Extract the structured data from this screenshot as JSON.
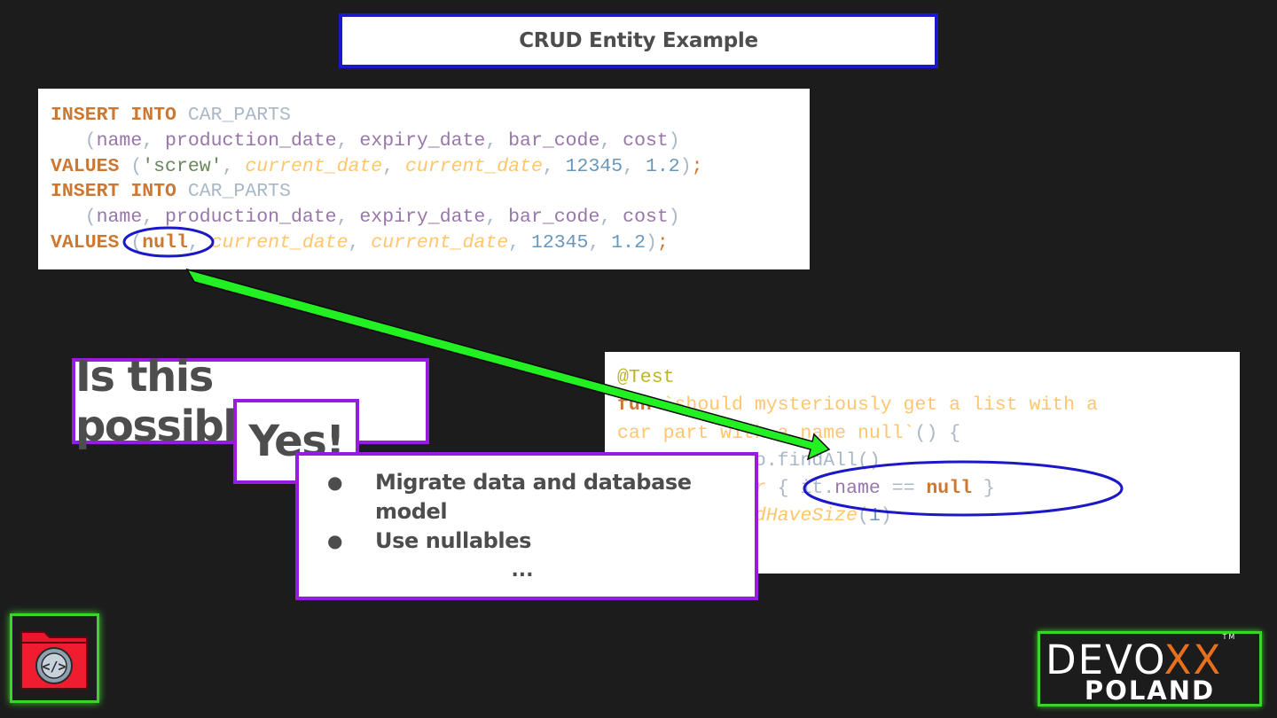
{
  "slide": {
    "title": "CRUD Entity Example",
    "question": "Is this possible?",
    "answer_title": "Yes!",
    "bullets": [
      "Migrate data  and database model",
      "Use nullables"
    ],
    "bullet_symbol": "●",
    "ellipsis": "..."
  },
  "sql_lines": [
    [
      [
        "k",
        "INSERT INTO "
      ],
      [
        "tb",
        "CAR_PARTS"
      ]
    ],
    [
      [
        "p",
        "   ("
      ],
      [
        "c",
        "name"
      ],
      [
        "p",
        ", "
      ],
      [
        "c",
        "production_date"
      ],
      [
        "p",
        ", "
      ],
      [
        "c",
        "expiry_date"
      ],
      [
        "p",
        ", "
      ],
      [
        "c",
        "bar_code"
      ],
      [
        "p",
        ", "
      ],
      [
        "c",
        "cost"
      ],
      [
        "p",
        ")"
      ]
    ],
    [
      [
        "k",
        "VALUES "
      ],
      [
        "p",
        "("
      ],
      [
        "s",
        "'screw'"
      ],
      [
        "p",
        ", "
      ],
      [
        "f",
        "current_date"
      ],
      [
        "p",
        ", "
      ],
      [
        "f",
        "current_date"
      ],
      [
        "p",
        ", "
      ],
      [
        "n",
        "12345"
      ],
      [
        "p",
        ", "
      ],
      [
        "n",
        "1.2"
      ],
      [
        "p",
        ")"
      ],
      [
        "pk",
        ";"
      ]
    ],
    [
      [
        "k",
        "INSERT INTO "
      ],
      [
        "tb",
        "CAR_PARTS"
      ]
    ],
    [
      [
        "p",
        "   ("
      ],
      [
        "c",
        "name"
      ],
      [
        "p",
        ", "
      ],
      [
        "c",
        "production_date"
      ],
      [
        "p",
        ", "
      ],
      [
        "c",
        "expiry_date"
      ],
      [
        "p",
        ", "
      ],
      [
        "c",
        "bar_code"
      ],
      [
        "p",
        ", "
      ],
      [
        "c",
        "cost"
      ],
      [
        "p",
        ")"
      ]
    ],
    [
      [
        "k",
        "VALUES "
      ],
      [
        "p",
        "("
      ],
      [
        "k",
        "null"
      ],
      [
        "p",
        ", "
      ],
      [
        "f",
        "current_date"
      ],
      [
        "p",
        ", "
      ],
      [
        "f",
        "current_date"
      ],
      [
        "p",
        ", "
      ],
      [
        "n",
        "12345"
      ],
      [
        "p",
        ", "
      ],
      [
        "n",
        "1.2"
      ],
      [
        "p",
        ")"
      ],
      [
        "pk",
        ";"
      ]
    ]
  ],
  "kotlin_lines": [
    [
      [
        "an",
        "@Test"
      ]
    ],
    [
      [
        "kw",
        "fun "
      ],
      [
        "fn",
        "`should mysteriously get a list with a"
      ]
    ],
    [
      [
        "fn",
        "car part with a name null`"
      ],
      [
        "tx",
        "() {"
      ]
    ],
    [
      [
        "tx",
        "   carPartDao."
      ],
      [
        "tx",
        "findAll()"
      ]
    ],
    [
      [
        "tx",
        "      ."
      ],
      [
        "it",
        "filter "
      ],
      [
        "tx",
        "{ it."
      ],
      [
        "pr",
        "name "
      ],
      [
        "tx",
        "== "
      ],
      [
        "kw",
        "null "
      ],
      [
        "tx",
        "}"
      ]
    ],
    [
      [
        "tx",
        "      ."
      ],
      [
        "it",
        "shouldHaveSize"
      ],
      [
        "tx",
        "("
      ],
      [
        "nm",
        "1"
      ],
      [
        "tx",
        ")"
      ]
    ],
    [
      [
        "tx",
        "}"
      ]
    ]
  ],
  "logos": {
    "folder_icon": "code-folder-icon",
    "brand_main": "DEVO",
    "brand_xx": "XX",
    "brand_sub": "POLAND",
    "trademark": "TM"
  },
  "colors": {
    "title_border": "#1a18c8",
    "question_border": "#9a1be0",
    "arrow": "#22f022",
    "ellipse": "#1a18c8",
    "logo_frame": "#3cd42c",
    "devoxx_accent": "#e8701c"
  }
}
